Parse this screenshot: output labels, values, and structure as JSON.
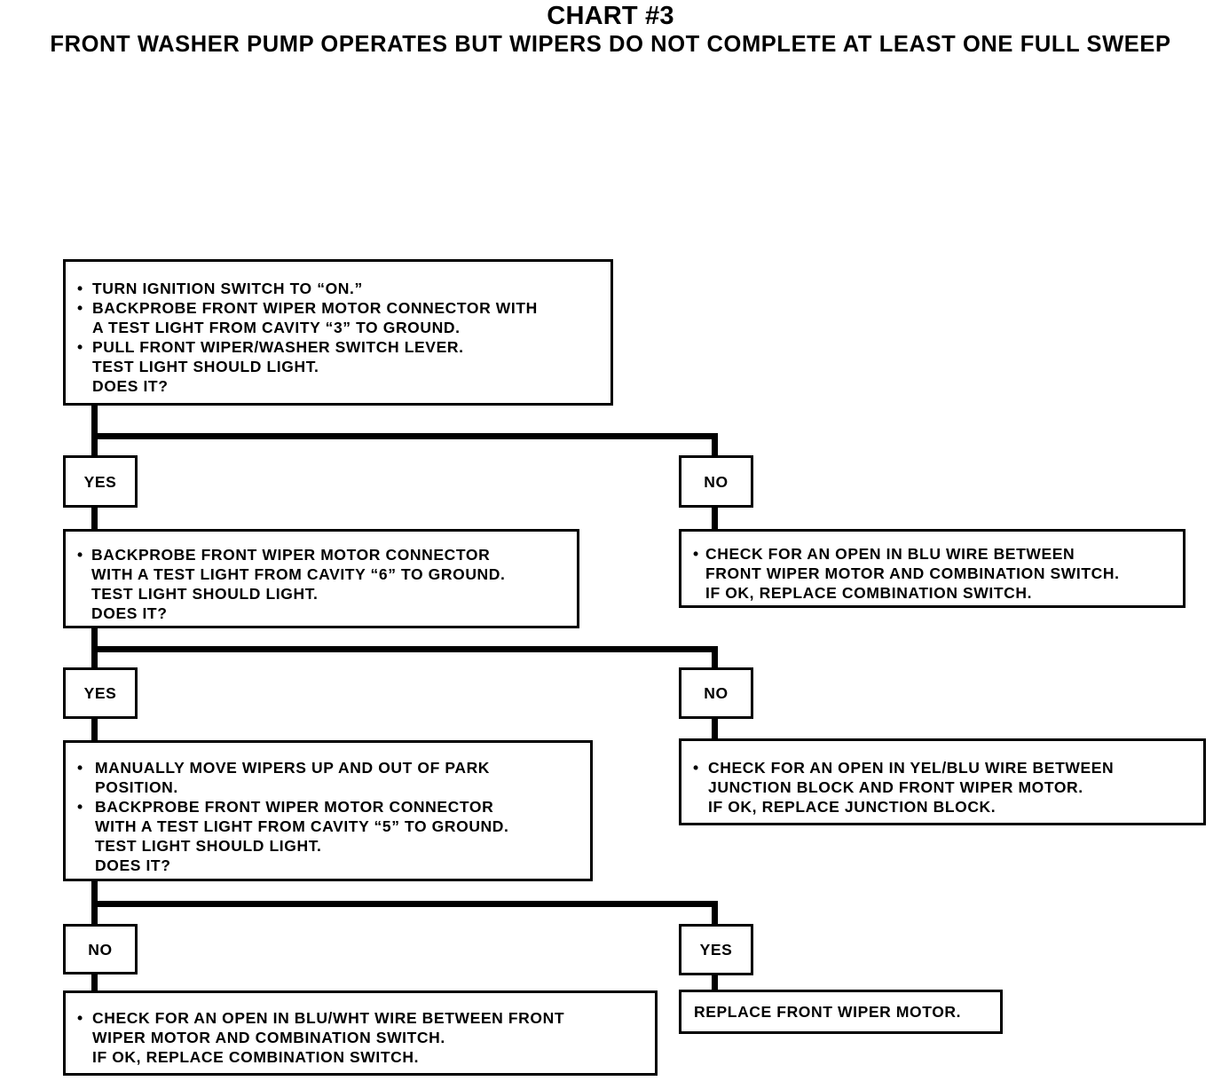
{
  "header": {
    "title": "CHART #3",
    "subtitle": "FRONT WASHER PUMP OPERATES BUT WIPERS DO NOT COMPLETE AT LEAST ONE FULL SWEEP"
  },
  "steps": {
    "step1": {
      "lines": [
        {
          "text": "TURN IGNITION SWITCH TO “ON.”",
          "bullet": true
        },
        {
          "text": "BACKPROBE FRONT WIPER MOTOR CONNECTOR WITH",
          "bullet": true
        },
        {
          "text": "A TEST LIGHT FROM CAVITY “3” TO GROUND.",
          "bullet": false
        },
        {
          "text": "PULL FRONT WIPER/WASHER SWITCH LEVER.",
          "bullet": true
        },
        {
          "text": "TEST LIGHT SHOULD LIGHT.",
          "bullet": false
        },
        {
          "text": "DOES IT?",
          "bullet": false
        }
      ]
    },
    "step2": {
      "lines": [
        {
          "text": "BACKPROBE FRONT WIPER MOTOR CONNECTOR",
          "bullet": true
        },
        {
          "text": "WITH A TEST LIGHT FROM CAVITY “6” TO GROUND.",
          "bullet": false
        },
        {
          "text": "TEST LIGHT SHOULD LIGHT.",
          "bullet": false
        },
        {
          "text": "DOES IT?",
          "bullet": false
        }
      ]
    },
    "step3": {
      "lines": [
        {
          "text": "MANUALLY MOVE WIPERS UP AND OUT OF PARK",
          "bullet": true
        },
        {
          "text": "POSITION.",
          "bullet": false
        },
        {
          "text": "BACKPROBE FRONT WIPER MOTOR CONNECTOR",
          "bullet": true
        },
        {
          "text": "WITH A TEST LIGHT FROM CAVITY “5” TO GROUND.",
          "bullet": false
        },
        {
          "text": "TEST LIGHT SHOULD LIGHT.",
          "bullet": false
        },
        {
          "text": "DOES IT?",
          "bullet": false
        }
      ]
    }
  },
  "results": {
    "result1": {
      "lines": [
        {
          "text": "CHECK FOR AN OPEN IN BLU WIRE BETWEEN",
          "bullet": true
        },
        {
          "text": "FRONT WIPER MOTOR AND COMBINATION SWITCH.",
          "bullet": false
        },
        {
          "text": "IF OK, REPLACE COMBINATION SWITCH.",
          "bullet": false
        }
      ]
    },
    "result2": {
      "lines": [
        {
          "text": "CHECK FOR AN OPEN IN YEL/BLU WIRE BETWEEN",
          "bullet": true
        },
        {
          "text": "JUNCTION BLOCK AND FRONT WIPER MOTOR.",
          "bullet": false
        },
        {
          "text": "IF OK, REPLACE JUNCTION BLOCK.",
          "bullet": false
        }
      ]
    },
    "result3": {
      "lines": [
        {
          "text": "CHECK FOR AN OPEN IN BLU/WHT WIRE BETWEEN FRONT",
          "bullet": true
        },
        {
          "text": "WIPER MOTOR AND COMBINATION SWITCH.",
          "bullet": false
        },
        {
          "text": "IF OK, REPLACE COMBINATION SWITCH.",
          "bullet": false
        }
      ]
    },
    "result4": {
      "text": "REPLACE FRONT WIPER MOTOR."
    }
  },
  "branches": {
    "b1_left": "YES",
    "b1_right": "NO",
    "b2_left": "YES",
    "b2_right": "NO",
    "b3_left": "NO",
    "b3_right": "YES"
  }
}
